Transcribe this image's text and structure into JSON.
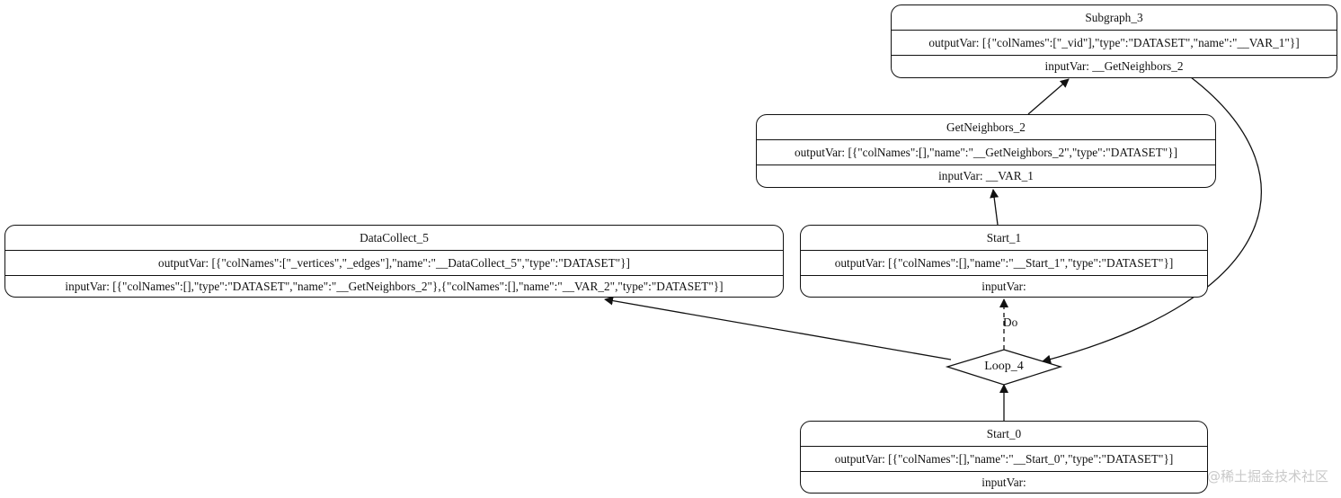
{
  "nodes": {
    "subgraph_3": {
      "title": "Subgraph_3",
      "output_var": "outputVar: [{\"colNames\":[\"_vid\"],\"type\":\"DATASET\",\"name\":\"__VAR_1\"}]",
      "input_var": "inputVar: __GetNeighbors_2"
    },
    "getneighbors_2": {
      "title": "GetNeighbors_2",
      "output_var": "outputVar: [{\"colNames\":[],\"name\":\"__GetNeighbors_2\",\"type\":\"DATASET\"}]",
      "input_var": "inputVar: __VAR_1"
    },
    "datacollect_5": {
      "title": "DataCollect_5",
      "output_var": "outputVar: [{\"colNames\":[\"_vertices\",\"_edges\"],\"name\":\"__DataCollect_5\",\"type\":\"DATASET\"}]",
      "input_var": "inputVar: [{\"colNames\":[],\"type\":\"DATASET\",\"name\":\"__GetNeighbors_2\"},{\"colNames\":[],\"name\":\"__VAR_2\",\"type\":\"DATASET\"}]"
    },
    "start_1": {
      "title": "Start_1",
      "output_var": "outputVar: [{\"colNames\":[],\"name\":\"__Start_1\",\"type\":\"DATASET\"}]",
      "input_var": "inputVar:"
    },
    "loop_4": {
      "title": "Loop_4"
    },
    "start_0": {
      "title": "Start_0",
      "output_var": "outputVar: [{\"colNames\":[],\"name\":\"__Start_0\",\"type\":\"DATASET\"}]",
      "input_var": "inputVar:"
    }
  },
  "edges": {
    "do_label": "Do"
  },
  "watermark": "@稀土掘金技术社区"
}
